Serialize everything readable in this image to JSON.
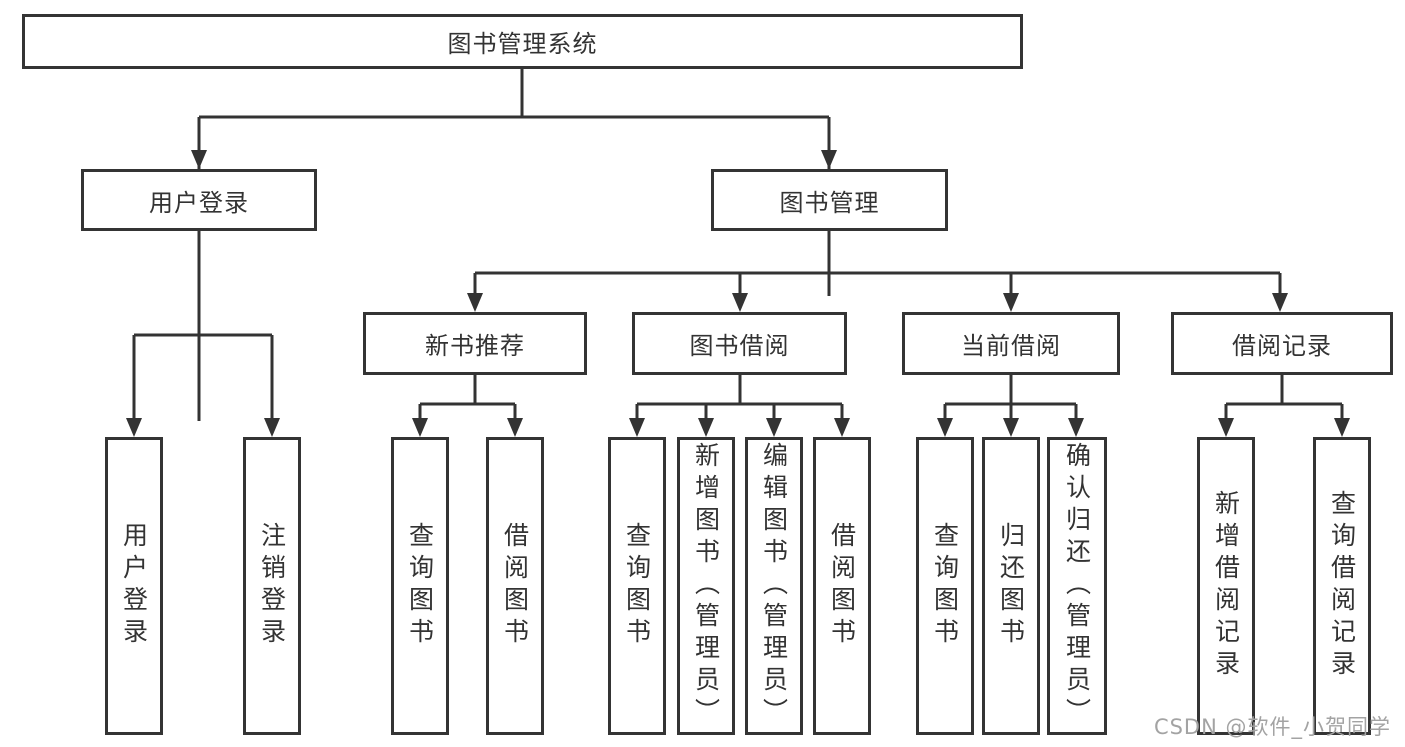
{
  "tree": {
    "root": {
      "label": "图书管理系统"
    },
    "branches": [
      {
        "label": "用户登录",
        "children": [
          {
            "label": "用户登录"
          },
          {
            "label": "注销登录"
          }
        ]
      },
      {
        "label": "图书管理",
        "children": [
          {
            "label": "新书推荐",
            "children": [
              {
                "label": "查询图书"
              },
              {
                "label": "借阅图书"
              }
            ]
          },
          {
            "label": "图书借阅",
            "children": [
              {
                "label": "查询图书"
              },
              {
                "label": "新增图书（管理员）"
              },
              {
                "label": "编辑图书（管理员）"
              },
              {
                "label": "借阅图书"
              }
            ]
          },
          {
            "label": "当前借阅",
            "children": [
              {
                "label": "查询图书"
              },
              {
                "label": "归还图书"
              },
              {
                "label": "确认归还（管理员）"
              }
            ]
          },
          {
            "label": "借阅记录",
            "children": [
              {
                "label": "新增借阅记录"
              },
              {
                "label": "查询借阅记录"
              }
            ]
          }
        ]
      }
    ]
  },
  "watermark": "CSDN @软件_小贺同学",
  "colors": {
    "line": "#333333",
    "border": "#343434",
    "text": "#333333",
    "watermark": "#a3a3a3"
  }
}
